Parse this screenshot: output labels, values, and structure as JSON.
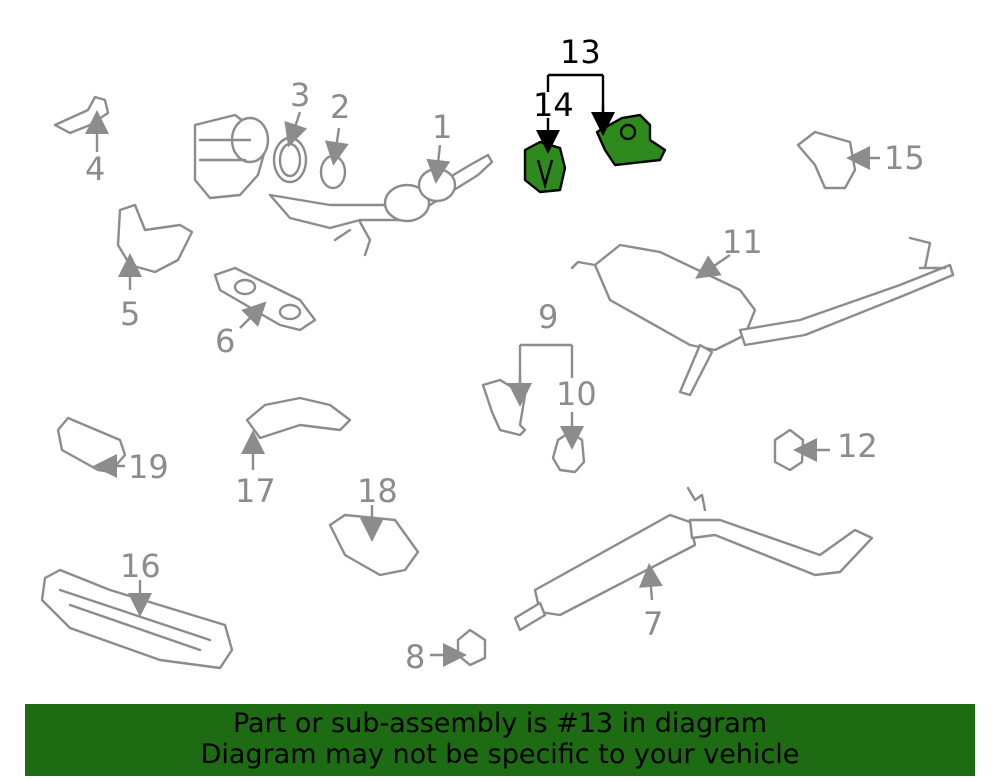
{
  "callouts": {
    "c1": "1",
    "c2": "2",
    "c3": "3",
    "c4": "4",
    "c5": "5",
    "c6": "6",
    "c7": "7",
    "c8": "8",
    "c9": "9",
    "c10": "10",
    "c11": "11",
    "c12": "12",
    "c13": "13",
    "c14": "14",
    "c15": "15",
    "c16": "16",
    "c17": "17",
    "c18": "18",
    "c19": "19"
  },
  "highlight_color": "#2f8a1e",
  "banner": {
    "line1": "Part or sub-assembly is #13 in diagram",
    "line2": "Diagram may not be specific to your vehicle",
    "color": "#1d6b12"
  }
}
